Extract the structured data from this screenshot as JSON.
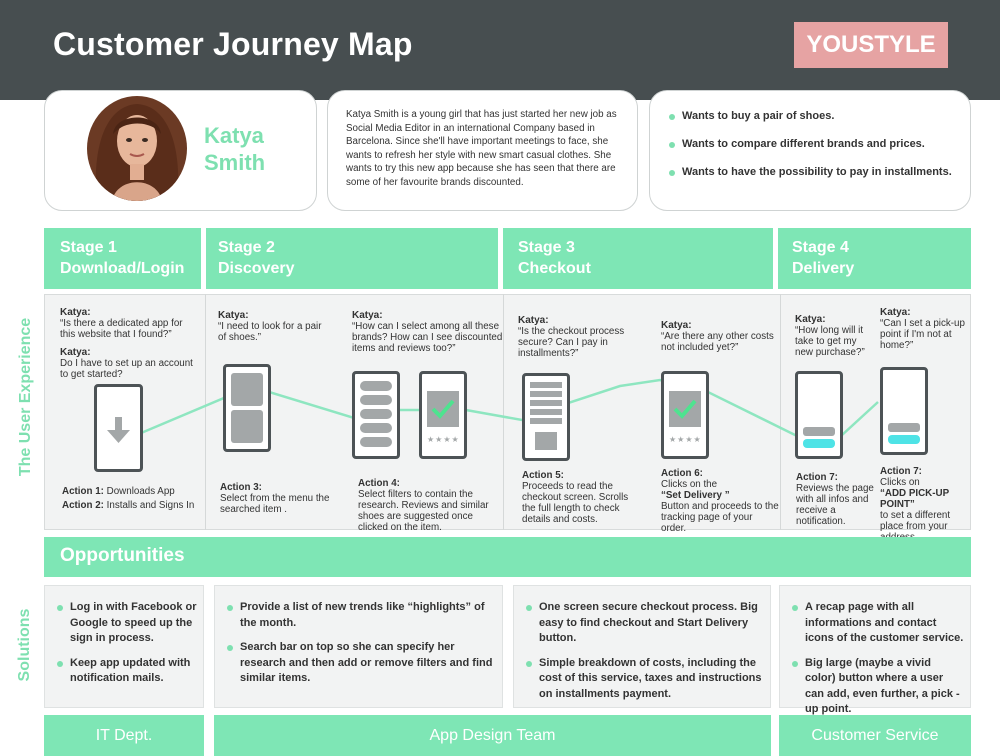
{
  "header": {
    "title": "Customer Journey Map",
    "brand": "YOUSTYLE"
  },
  "persona": {
    "name_line1": "Katya",
    "name_line2": "Smith",
    "bio": "Katya Smith is a young girl that has just started her new job as Social Media Editor in an international Company based in Barcelona. Since she'll have important meetings to face, she wants to refresh her style with new smart casual clothes. She wants to try this new app because she has seen that there are some of her favourite brands discounted.",
    "goals": [
      "Wants to buy a pair of shoes.",
      "Wants to compare different brands and prices.",
      "Wants to have the possibility to pay in installments."
    ]
  },
  "stages": [
    {
      "number": "Stage 1",
      "name": "Download/Login"
    },
    {
      "number": "Stage 2",
      "name": "Discovery"
    },
    {
      "number": "Stage 3",
      "name": "Checkout"
    },
    {
      "number": "Stage 4",
      "name": "Delivery"
    }
  ],
  "ux": {
    "label": "The User Experience",
    "speaker": "Katya:",
    "quotes": [
      "“Is there a dedicated app for this website that I found?”",
      "Do I have to set up an account to get started?",
      "“I need to look for a pair of shoes.”",
      "“How can I select among all these brands? How can I see discounted items and reviews too?”",
      "“Is the checkout process secure? Can I pay in installments?”",
      "“Are there any other costs not included yet?”",
      "“How long will it take to get my new purchase?”",
      "“Can I set a pick-up point if I'm not at home?”"
    ],
    "actions": [
      {
        "label": "Action 1:",
        "text": "Downloads App"
      },
      {
        "label": "Action 2:",
        "text": "Installs and Signs In"
      },
      {
        "label": "Action 3:",
        "text": "Select from the menu the searched item ."
      },
      {
        "label": "Action 4:",
        "text": "Select filters to contain the research. Reviews and similar shoes are suggested once clicked on the item."
      },
      {
        "label": "Action 5:",
        "text": "Proceeds to read the checkout screen. Scrolls the full length to check details and costs."
      },
      {
        "label": "Action 6:",
        "text_before": "Clicks on the",
        "highlight": "“Set Delivery ”",
        "text_after": "Button and proceeds to the tracking page of your order."
      },
      {
        "label": "Action 7:",
        "text": "Reviews the page with all infos and receive a notification."
      },
      {
        "label": "Action 7:",
        "text_before": "Clicks on",
        "highlight": "“ADD PICK-UP POINT”",
        "text_after": "to set a different place from your address"
      }
    ],
    "rating_stars": "★★★★"
  },
  "opportunities": {
    "title": "Opportunities",
    "solutions_label": "Solutions",
    "columns": [
      [
        "Log in with Facebook or Google to speed up the sign in process.",
        "Keep app updated with notification mails."
      ],
      [
        "Provide a list of new trends like “highlights” of the month.",
        "Search bar on top so she can specify her research and then add or remove filters and find similar items."
      ],
      [
        "One screen secure checkout process. Big easy to find checkout and Start Delivery button.",
        "Simple breakdown of costs, including the cost of this service, taxes and instructions on installments payment."
      ],
      [
        "A recap page with all informations and contact icons of the customer service.",
        "Big large (maybe a vivid color) button where a user can add, even further, a pick - up point."
      ]
    ]
  },
  "departments": [
    "IT Dept.",
    "App Design Team",
    "Customer Service"
  ],
  "colors": {
    "accent": "#7ee6b5",
    "header": "#474e50",
    "brand": "#e6a3a3",
    "highlight": "#4ee3e6"
  }
}
